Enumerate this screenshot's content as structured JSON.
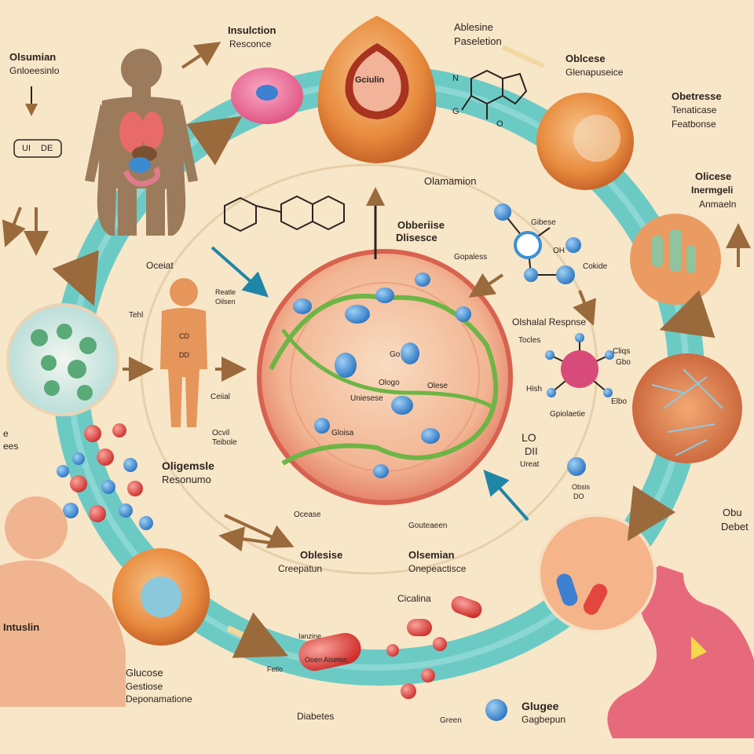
{
  "labels": {
    "top_left_1": "Olsumian",
    "top_left_2": "Gnloeesinlo",
    "insulin_top_1": "Insulction",
    "insulin_top_2": "Resconce",
    "top_center_1": "Ablesine",
    "top_center_2": "Paseletion",
    "top_right_1": "Oblcese",
    "top_right_2": "Glenapuseice",
    "right_1": "Obetresse",
    "right_2": "Tenaticase",
    "right_3": "Featbonse",
    "right_mid_1": "Olicese",
    "right_mid_2": "Inermgeli",
    "right_mid_3": "Anmaeln",
    "cell_label": "Gciulin",
    "box_ui": "UI",
    "box_de": "DE",
    "center_top": "Olamamion",
    "center_left_1": "Obberiise",
    "center_left_2": "Dlisesce",
    "gopaless": "Gopaless",
    "gibese": "Gibese",
    "oh": "OH",
    "cokide": "Cokide",
    "oceiat": "Oceiat",
    "body_r1": "Reatle",
    "body_r2": "Oilsen",
    "body_tehl": "Tehl",
    "body_ceiial": "Ceiial",
    "body_ocvil": "Ocvil",
    "body_teibole": "Teibole",
    "body_cd": "CD",
    "body_dd": "DD",
    "oligemsle_1": "Oligemsle",
    "oligemsle_2": "Resonumo",
    "left_e": "e",
    "left_ees": "ees",
    "nucleus_go": "Go",
    "nucleus_ologo": "Ologo",
    "nucleus_uniesese": "Uniesese",
    "nucleus_olese": "Olese",
    "nucleus_gloisa": "Gloisa",
    "ocease": "Ocease",
    "gouteaeen": "Gouteaeen",
    "receptor_title": "Olshalal Respnse",
    "tocles": "Tocles",
    "cliqs": "Cliqs",
    "gbo": "Gbo",
    "hish": "Hish",
    "elbo": "Elbo",
    "gpiolaetie": "Gpiolaetie",
    "lo": "LO",
    "di": "DII",
    "ureat": "Ureat",
    "obsis_1": "Obsis",
    "obsis_2": "DO",
    "bottom_center_1": "Oblesise",
    "bottom_center_2": "Creepatun",
    "bottom_center_3": "Olsemian",
    "bottom_center_4": "Onepeactisce",
    "insulin_chest": "Intuslin",
    "glucose_1": "Glucose",
    "glucose_2": "Gestiose",
    "glucose_3": "Deponamatione",
    "diabetes": "Diabetes",
    "cicalina": "Cicalina",
    "fetlo": "Fetlo",
    "ianzine": "Ianzine",
    "ooen_aiseten": "Ooen Aiseten",
    "glugee_1": "Glugee",
    "glugee_2": "Gagbepun",
    "green": "Green",
    "right_bottom_1": "Obu",
    "right_bottom_2": "Debet",
    "mol_n": "N",
    "mol_g": "G",
    "mol_o": "O"
  },
  "colors": {
    "background": "#f8e6c8",
    "cycle_ring": "#5cc6c4",
    "cell_orange": "#e98f4a",
    "nucleus": "#f3b28c",
    "blue_molecule": "#3c8fd6",
    "red_molecule": "#e2463f",
    "green_strand": "#6db545",
    "arrow_teal": "#1f86a8",
    "arrow_brown": "#9a6a3c"
  },
  "icons": [
    "human-body-icon",
    "fat-cell-icon",
    "molecule-structure-icon",
    "virus-receptor-icon",
    "stomach-icon",
    "pill-capsule-icon",
    "red-blood-cell-icon"
  ]
}
